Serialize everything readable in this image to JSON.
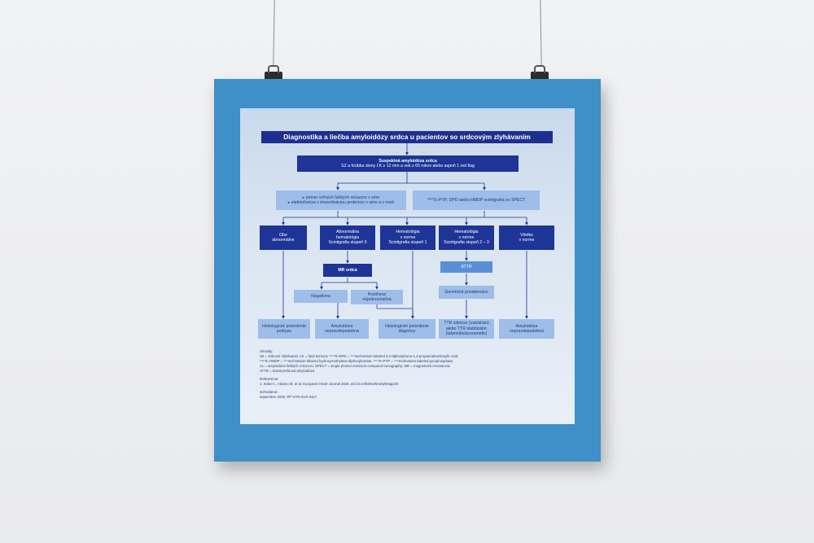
{
  "title": "Diagnostika a liečba amyloidózy srdca u pacientov so srdcovým zlyhávaním",
  "top": {
    "heading": "Suspektná amyloidóza srdca",
    "detail": "SZ a hrúbka steny ĽK ≥ 12 mm a vek ≥ 65 rokov alebo aspoň 1 red flag"
  },
  "tests": {
    "left_line1": "▸ pomer voľných ľahkých reťazcov v sére",
    "left_line2": "▸ elektroforéza s imunofixáciou proteínov v sére a v moči",
    "right": "⁹⁹ᵐTc-PYP, DPD alebo HMDP scintigrafia so SPECT"
  },
  "branches": {
    "b1": "Obe\nabnormálne",
    "b2": "Abnormálna\nhematológia\nScintigrafia stupeň 0",
    "b3": "Hematológia\nv norme\nScintigrafia stupeň 1",
    "b4": "Hematológia\nv norme\nScintigrafia stupeň 2 – 3",
    "b5": "Všetko\nv norme"
  },
  "middle": {
    "mr": "MR srdca",
    "negative": "Negatívna",
    "positive": "Pozitívna/\nnejednoznačná",
    "attr": "ATTR",
    "genetic": "Genetické poradenstvo"
  },
  "outcomes": {
    "o1": "Histologické potvrdenie\npodtypu",
    "o2": "Amyloidóza\nnepravdepodobná",
    "o3": "Histologické potvrdenie\ndiagnózy",
    "o4": "TTR silencer (vutrisiran)\nalebo TTR stabilizátor\n(tafamidis/acoramidis)",
    "o5": "Amyloidóza\nnepravdepodobná"
  },
  "notes": {
    "abbr_heading": "Skratky:",
    "abbr1": "SZ = srdcové zlyhávanie; ĽK = ľavá komora; ⁹⁹ᵐTc-DPD = ⁹⁹ᵐtechnetium-labeled 3,3-diphosphono-1,2-propanodicarboxylic acid;",
    "abbr2": "⁹⁹ᵐTc-HMDP = ⁹⁹ᵐtechnetium-labeled hydroxymethylene diphosphonate; ⁹⁹ᵐTc-PYP = ⁹⁹ᵐtechnetium-labeled pyrophosphate;",
    "abbr3": "AL = amyloidóza ľahkých reťazcov; SPECT = single-photon emission computed tomography; MR = magnetická rezonancia;",
    "abbr4": "ATTR = transtyretínová amyloidóza",
    "ref_heading": "Referencie:",
    "ref1": "1. Keber L, Adamo M, et al. European Heart Journal 2026, doi:10.1093/eurheartj/ehag100",
    "approved_heading": "Schválené:",
    "approved": "september 2026, PP-VYN-SVK-0117"
  },
  "colors": {
    "poster": "#3f8fc8",
    "dark": "#1e3497",
    "mid": "#5a8fd8",
    "light": "#9ebde8"
  }
}
